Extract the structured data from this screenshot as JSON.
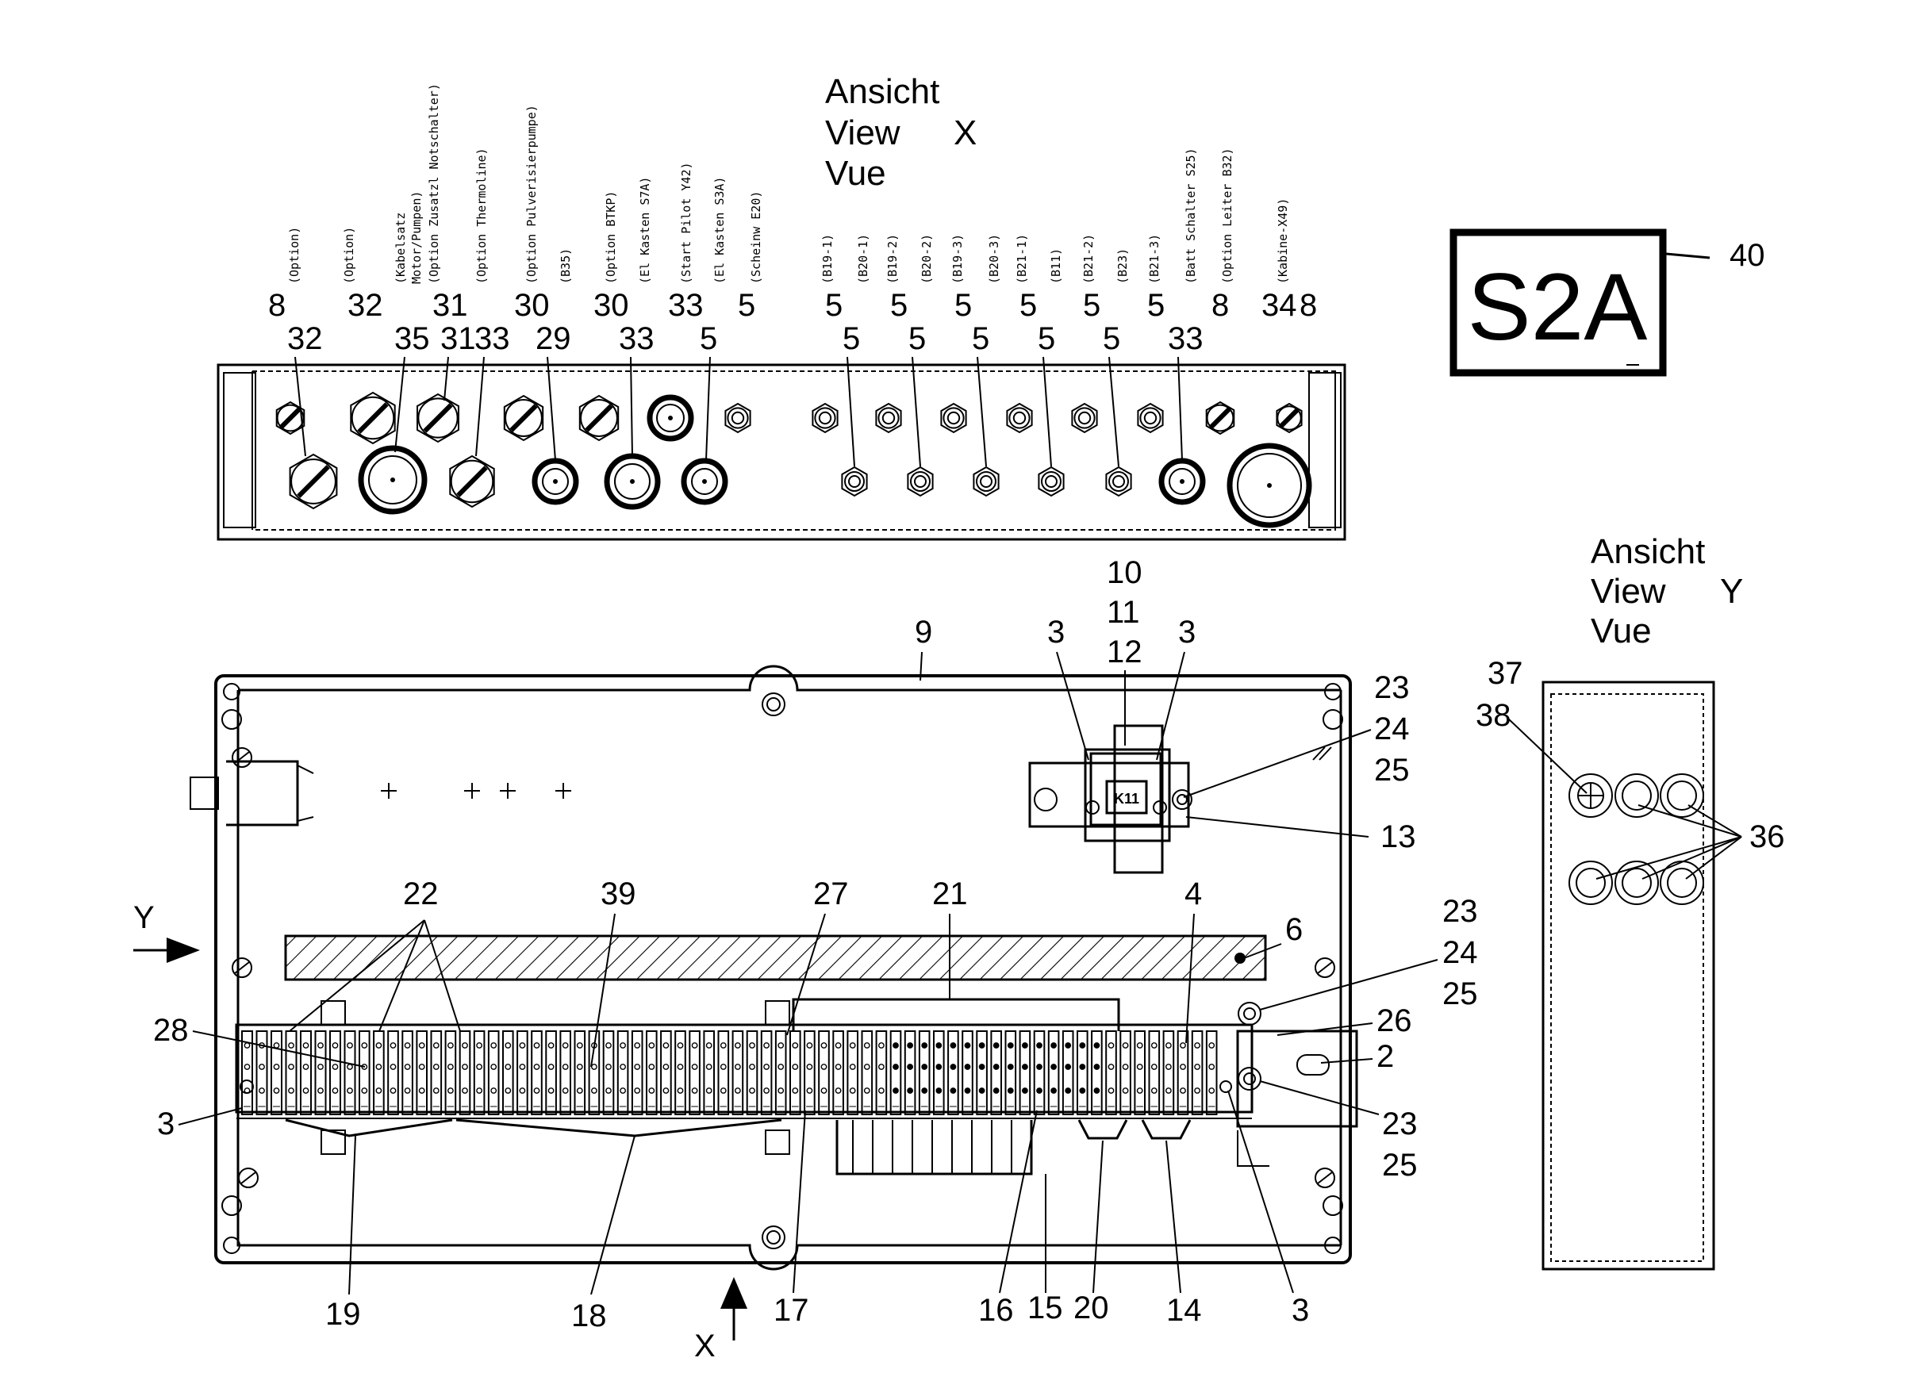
{
  "view_x": {
    "l1": "Ansicht",
    "l2": "View",
    "l3": "Vue",
    "letter": "X"
  },
  "view_y": {
    "l1": "Ansicht",
    "l2": "View",
    "l3": "Vue",
    "letter": "Y"
  },
  "sign": {
    "text": "S2A",
    "callout": "40"
  },
  "gland_labels": [
    "(Option)",
    "(Option)",
    "(Kabelsatz",
    "Motor/Pumpen)",
    "(Option Zusatzl Notschalter)",
    "(Option Thermoline)",
    "(Option Pulverisierpumpe)",
    "(B35)",
    "(Option BTKP)",
    "(El Kasten S7A)",
    "(Start Pilot Y42)",
    "(El Kasten S3A)",
    "(Scheinw E20)",
    "(B19-1)",
    "(B20-1)",
    "(B19-2)",
    "(B20-2)",
    "(B19-3)",
    "(B20-3)",
    "(B21-1)",
    "(B11)",
    "(B21-2)",
    "(B23)",
    "(B21-3)",
    "(Batt Schalter S25)",
    "(Option Leiter B32)",
    "(Kabine-X49)"
  ],
  "top_callouts_row1": [
    "8",
    "32",
    "31",
    "30",
    "30",
    "33",
    "5",
    "5",
    "5",
    "5",
    "5",
    "5",
    "5",
    "5",
    "8",
    "34",
    "8"
  ],
  "top_callouts_row2": [
    "32",
    "35",
    "31",
    "33",
    "29",
    "33",
    "5",
    "5",
    "5",
    "5",
    "5",
    "5",
    "33"
  ],
  "main_callouts": {
    "c10": "10",
    "c11": "11",
    "c12": "12",
    "c9": "9",
    "c3a": "3",
    "c3b": "3",
    "c23a": "23",
    "c24a": "24",
    "c25a": "25",
    "c13": "13",
    "c22": "22",
    "c39": "39",
    "c27": "27",
    "c21": "21",
    "c4": "4",
    "c6": "6",
    "c23b": "23",
    "c24b": "24",
    "c25b": "25",
    "c26": "26",
    "c2": "2",
    "c23c": "23",
    "c25c": "25",
    "c28": "28",
    "c3c": "3",
    "c19": "19",
    "c18": "18",
    "c17": "17",
    "c16": "16",
    "c15": "15",
    "c20": "20",
    "c14": "14",
    "c3d": "3",
    "c37": "37",
    "c38": "38",
    "c36": "36",
    "relay": "K11"
  },
  "arrows": {
    "y": "Y",
    "x": "X"
  }
}
